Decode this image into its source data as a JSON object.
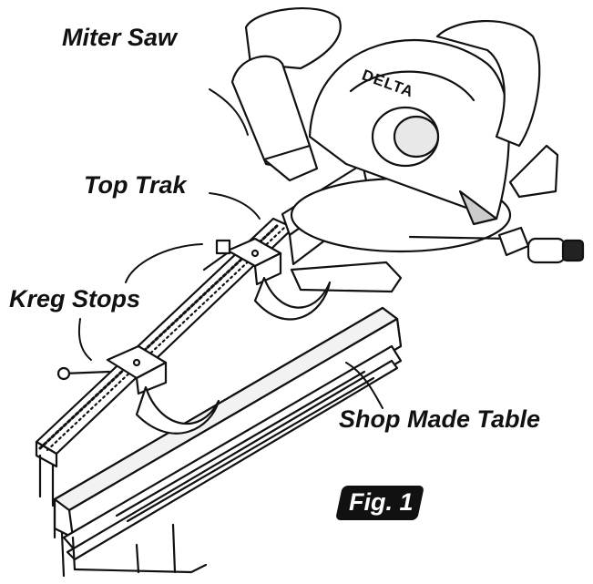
{
  "labels": {
    "miter_saw": "Miter Saw",
    "top_trak": "Top Trak",
    "kreg_stops": "Kreg Stops",
    "shop_made_table": "Shop Made Table"
  },
  "figure": {
    "badge": "Fig. 1"
  },
  "brand": {
    "logo_text": "DELTA"
  },
  "colors": {
    "ink": "#111111",
    "paper": "#ffffff",
    "badge_bg": "#111111",
    "badge_text": "#ffffff"
  }
}
